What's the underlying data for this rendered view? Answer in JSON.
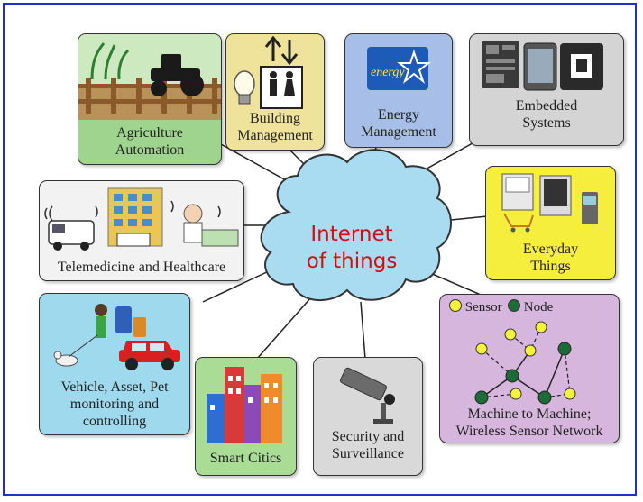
{
  "center": {
    "line1": "Internet",
    "line2": "of things"
  },
  "boxes": {
    "agriculture": {
      "line1": "Agriculture",
      "line2": "Automation",
      "color": "#9fd48f"
    },
    "building": {
      "line1": "Building",
      "line2": "Management",
      "color": "#efe29a"
    },
    "energy": {
      "line1": "Energy",
      "line2": "Management",
      "color": "#a7bfe8"
    },
    "embedded": {
      "line1": "Embedded",
      "line2": "Systems",
      "color": "#d4d4d4"
    },
    "everyday": {
      "line1": "Everyday",
      "line2": "Things",
      "color": "#f6ee3c"
    },
    "telemedicine": {
      "line1": "Telemedicine and Healthcare",
      "color": "#f2f2f2"
    },
    "vehicle": {
      "line1": "Vehicle, Asset, Pet",
      "line2": "monitoring and",
      "line3": "controlling",
      "color": "#9fd9ee"
    },
    "smartcities": {
      "line1": "Smart Citics",
      "color": "#a9dc95"
    },
    "security": {
      "line1": "Security and",
      "line2": "Surveillance",
      "color": "#d9d9d9"
    },
    "m2m": {
      "line1": "Machine to Machine;",
      "line2": "Wireless Sensor Network",
      "color": "#d6b6dc",
      "legend_sensor": "Sensor",
      "legend_node": "Node"
    }
  },
  "icons": {
    "agriculture": "tractor-icon",
    "building": "elevator-icon",
    "energy": "energy-star-icon",
    "embedded": "circuit-board-icon",
    "everyday": "appliances-icon",
    "telemedicine": "hospital-icon",
    "vehicle": "car-icon",
    "smartcities": "buildings-icon",
    "security": "cctv-camera-icon",
    "m2m": "sensor-network-icon"
  }
}
